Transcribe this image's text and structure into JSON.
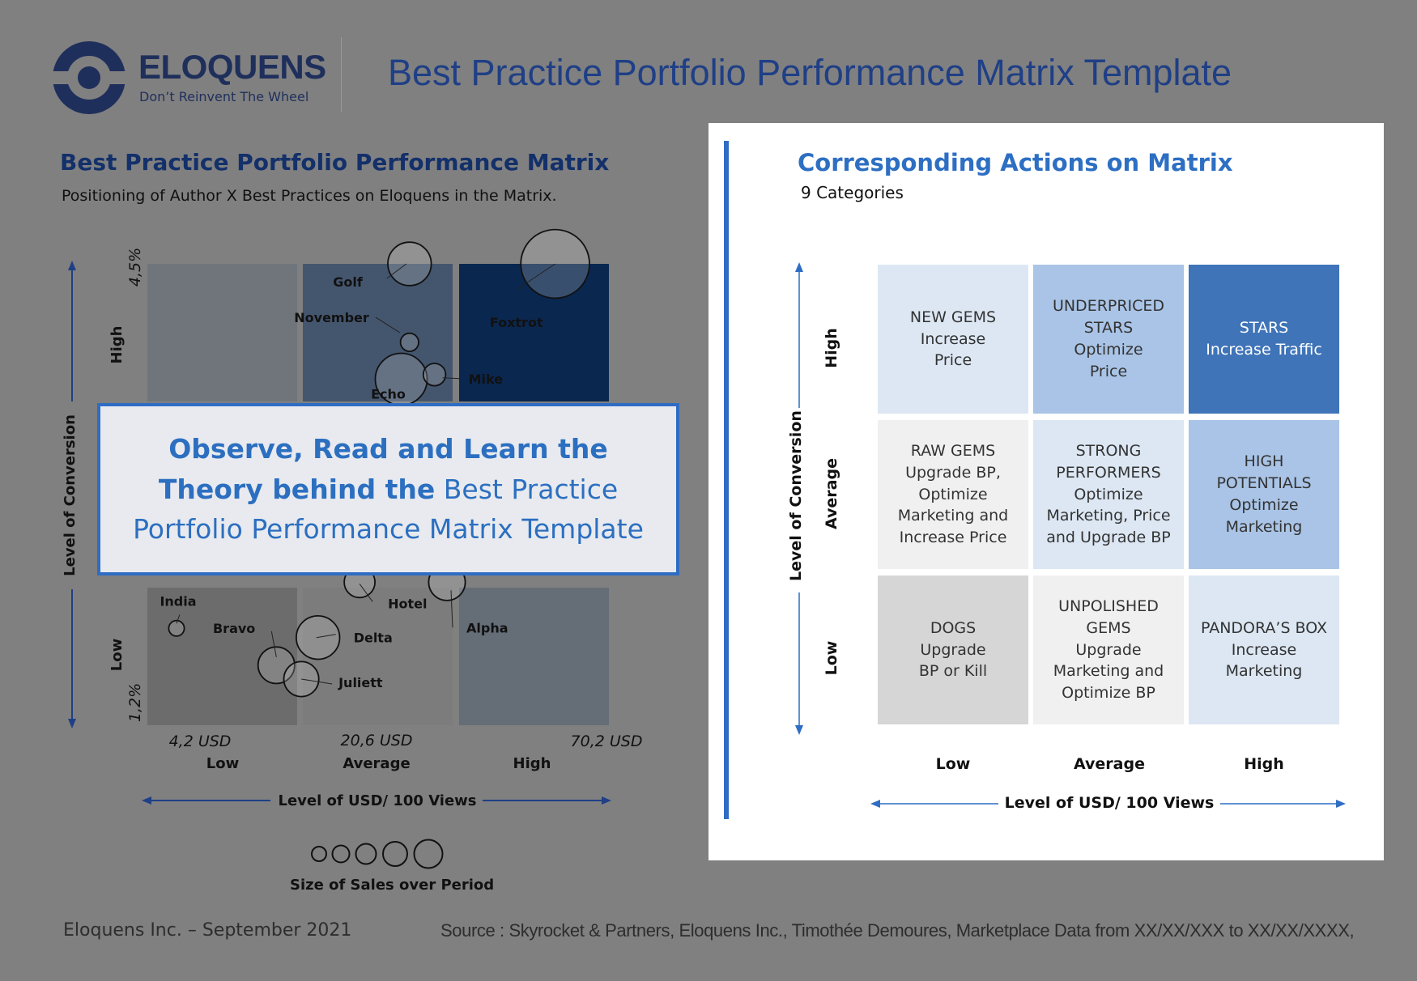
{
  "header": {
    "brand": "ELOQUENS",
    "tagline": "Don’t Reinvent The Wheel",
    "title": "Best Practice Portfolio Performance Matrix Template"
  },
  "left": {
    "title": "Best Practice Portfolio Performance Matrix",
    "subtitle": "Positioning of Author X Best Practices on Eloquens in the Matrix.",
    "overlay": {
      "bold": "Observe, Read and Learn the Theory behind the",
      "normal": "Best Practice Portfolio Performance Matrix Template"
    },
    "size_legend_label": "Size of Sales over Period"
  },
  "chart_data": {
    "type": "scatter",
    "title": "Best Practice Portfolio Performance Matrix",
    "xlabel": "Level of USD/ 100 Views",
    "ylabel": "Level of Conversion",
    "x_ticks": [
      "4,2 USD",
      "20,6 USD",
      "70,2 USD"
    ],
    "x_categories": [
      "Low",
      "Average",
      "High"
    ],
    "y_ticks": [
      "4,5%",
      "1,2%"
    ],
    "y_categories": [
      "High",
      "Low"
    ],
    "zones": [
      {
        "row": 0,
        "col": 0,
        "color": "#6f757b"
      },
      {
        "row": 0,
        "col": 1,
        "color": "#44566e"
      },
      {
        "row": 0,
        "col": 2,
        "color": "#0a2750"
      },
      {
        "row": 2,
        "col": 0,
        "color": "#6c6c6c"
      },
      {
        "row": 2,
        "col": 1,
        "color": "#7c7c7c"
      },
      {
        "row": 2,
        "col": 2,
        "color": "#656d76"
      }
    ],
    "points": [
      {
        "name": "Golf",
        "x": 0.63,
        "y": 1.0,
        "size": 4
      },
      {
        "name": "Foxtrot",
        "x": 0.98,
        "y": 1.0,
        "size": 7
      },
      {
        "name": "November",
        "x": 0.63,
        "y": 0.83,
        "size": 1
      },
      {
        "name": "Echo",
        "x": 0.61,
        "y": 0.75,
        "size": 5
      },
      {
        "name": "Mike",
        "x": 0.69,
        "y": 0.76,
        "size": 1.5
      },
      {
        "name": "Hotel",
        "x": 0.51,
        "y": 0.31,
        "size": 2.5
      },
      {
        "name": "Alpha",
        "x": 0.72,
        "y": 0.31,
        "size": 3.2
      },
      {
        "name": "India",
        "x": 0.07,
        "y": 0.21,
        "size": 0.7
      },
      {
        "name": "Bravo",
        "x": 0.31,
        "y": 0.13,
        "size": 3.2
      },
      {
        "name": "Delta",
        "x": 0.41,
        "y": 0.19,
        "size": 4
      },
      {
        "name": "Juliett",
        "x": 0.37,
        "y": 0.1,
        "size": 3
      }
    ]
  },
  "right": {
    "title": "Corresponding Actions on Matrix",
    "subtitle": "9 Categories",
    "ylabel": "Level of Conversion",
    "xlabel": "Level of USD/ 100 Views",
    "row_labels": [
      "High",
      "Average",
      "Low"
    ],
    "col_labels": [
      "Low",
      "Average",
      "High"
    ],
    "cells": [
      {
        "title": "NEW GEMS",
        "action": "Increase Price",
        "lines": [
          "NEW GEMS",
          "Increase",
          "Price"
        ],
        "color": "#dce7f3"
      },
      {
        "title": "UNDERPRICED STARS",
        "action": "Optimize Price",
        "lines": [
          "UNDERPRICED",
          "STARS",
          "Optimize",
          "Price"
        ],
        "color": "#a9c4e6"
      },
      {
        "title": "STARS",
        "action": "Increase Traffic",
        "lines": [
          "STARS",
          "Increase Traffic"
        ],
        "color": "#3f74b8"
      },
      {
        "title": "RAW GEMS",
        "action": "Upgrade BP, Optimize Marketing and Increase Price",
        "lines": [
          "RAW GEMS",
          "Upgrade BP,",
          "Optimize",
          "Marketing and",
          "Increase Price"
        ],
        "color": "#f0f0f0"
      },
      {
        "title": "STRONG PERFORMERS",
        "action": "Optimize Marketing, Price and Upgrade BP",
        "lines": [
          "STRONG",
          "PERFORMERS",
          "Optimize",
          "Marketing, Price",
          "and Upgrade BP"
        ],
        "color": "#dce7f3"
      },
      {
        "title": "HIGH POTENTIALS",
        "action": "Optimize Marketing",
        "lines": [
          "HIGH",
          "POTENTIALS",
          "Optimize",
          "Marketing"
        ],
        "color": "#a9c4e6"
      },
      {
        "title": "DOGS",
        "action": "Upgrade BP or Kill",
        "lines": [
          "DOGS",
          "Upgrade",
          "BP or Kill"
        ],
        "color": "#d6d6d6"
      },
      {
        "title": "UNPOLISHED GEMS",
        "action": "Upgrade Marketing and Optimize BP",
        "lines": [
          "UNPOLISHED",
          "GEMS",
          "Upgrade",
          "Marketing and",
          "Optimize BP"
        ],
        "color": "#f0f0f0"
      },
      {
        "title": "PANDORA’S BOX",
        "action": "Increase Marketing",
        "lines": [
          "PANDORA’S BOX",
          "Increase",
          "Marketing"
        ],
        "color": "#dce7f3"
      }
    ]
  },
  "footer": {
    "left": "Eloquens Inc. – September 2021",
    "right": "Source : Skyrocket & Partners, Eloquens Inc., Timothée Demoures, Marketplace Data from XX/XX/XXX to XX/XX/XXXX,"
  },
  "colors": {
    "accent": "#2f6dc4",
    "brand_navy": "#1f2f5c"
  }
}
